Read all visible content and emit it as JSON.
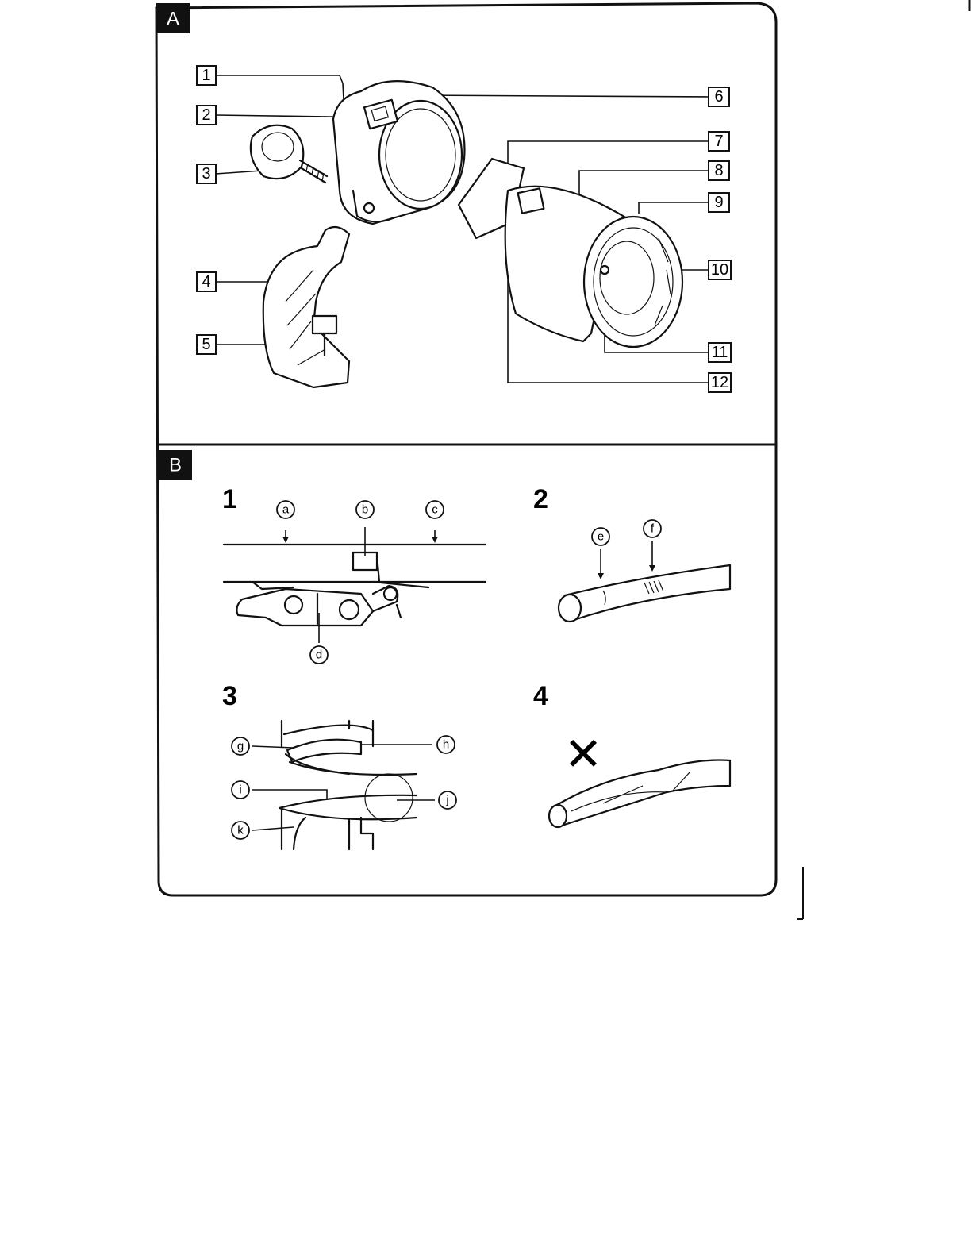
{
  "section_a": {
    "tag": "A",
    "callouts": [
      "1",
      "2",
      "3",
      "4",
      "5",
      "6",
      "7",
      "8",
      "9",
      "10",
      "11",
      "12"
    ]
  },
  "section_b": {
    "tag": "B",
    "steps": [
      "1",
      "2",
      "3",
      "4"
    ],
    "letters": [
      "a",
      "b",
      "c",
      "d",
      "e",
      "f",
      "g",
      "h",
      "i",
      "j",
      "k"
    ],
    "incorrect_mark": "✕"
  }
}
